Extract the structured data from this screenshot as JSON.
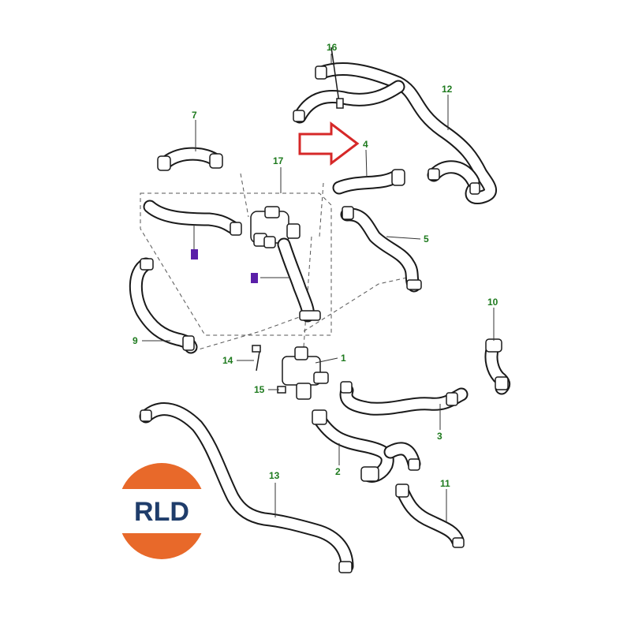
{
  "diagram": {
    "callouts": [
      {
        "id": "1",
        "label": "1"
      },
      {
        "id": "2",
        "label": "2"
      },
      {
        "id": "3",
        "label": "3"
      },
      {
        "id": "4",
        "label": "4"
      },
      {
        "id": "5",
        "label": "5"
      },
      {
        "id": "7",
        "label": "7"
      },
      {
        "id": "9",
        "label": "9"
      },
      {
        "id": "10",
        "label": "10"
      },
      {
        "id": "11",
        "label": "11"
      },
      {
        "id": "12",
        "label": "12"
      },
      {
        "id": "13",
        "label": "13"
      },
      {
        "id": "14",
        "label": "14"
      },
      {
        "id": "15",
        "label": "15"
      },
      {
        "id": "16",
        "label": "16"
      },
      {
        "id": "17",
        "label": "17"
      }
    ],
    "callout_color": "#1e7a1e",
    "highlight_marker_color": "#5a1fa8",
    "arrow_color": "#d62828"
  },
  "logo": {
    "text": "RLD",
    "top_color": "#e8692a",
    "bottom_color": "#e8692a",
    "center_color": "#ffffff",
    "text_color": "#1f3d6b"
  }
}
